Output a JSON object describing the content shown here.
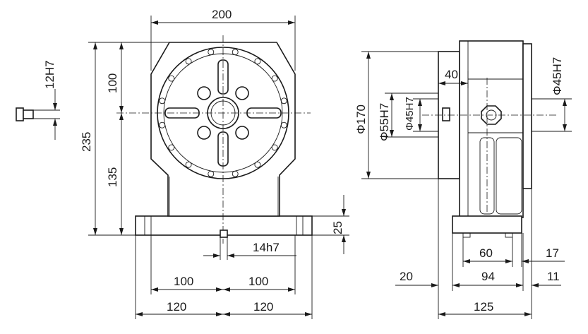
{
  "front_view": {
    "top_width": "200",
    "upper_height": "100",
    "total_height": "235",
    "lower_height": "135",
    "key_tolerance": "12H7",
    "base_thickness": "25",
    "slot_width": "14h7",
    "bolt_left": "100",
    "bolt_right": "100",
    "base_left": "120",
    "base_right": "120"
  },
  "side_view": {
    "flange_diameter": "Φ170",
    "spigot_diameter": "Φ55H7",
    "bore_diameter": "Φ45H7",
    "right_bore": "Φ45H7",
    "offset": "40",
    "foot_spacing": "60",
    "foot_margin": "17",
    "left_margin": "20",
    "inner_width": "94",
    "right_margin": "11",
    "total_width": "125"
  }
}
